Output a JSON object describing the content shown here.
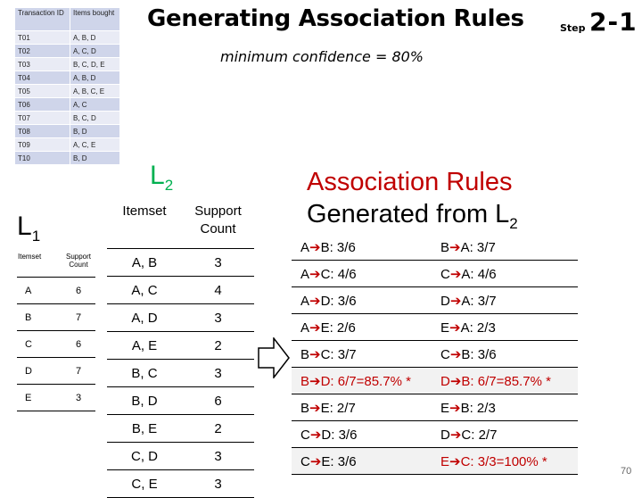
{
  "slide": {
    "title": "Generating Association Rules",
    "step_label": "Step",
    "step_number": "2-1",
    "subtitle": "minimum confidence = 80%",
    "page_number": "70"
  },
  "transactions": {
    "headers": [
      "Transaction ID",
      "Items bought"
    ],
    "rows": [
      [
        "T01",
        "A, B, D"
      ],
      [
        "T02",
        "A, C, D"
      ],
      [
        "T03",
        "B, C, D, E"
      ],
      [
        "T04",
        "A, B, D"
      ],
      [
        "T05",
        "A, B, C, E"
      ],
      [
        "T06",
        "A, C"
      ],
      [
        "T07",
        "B, C, D"
      ],
      [
        "T08",
        "B, D"
      ],
      [
        "T09",
        "A, C, E"
      ],
      [
        "T10",
        "B, D"
      ]
    ]
  },
  "l1": {
    "label": "L",
    "subscript": "1",
    "headers": [
      "Itemset",
      "Support Count"
    ],
    "rows": [
      [
        "A",
        "6"
      ],
      [
        "B",
        "7"
      ],
      [
        "C",
        "6"
      ],
      [
        "D",
        "7"
      ],
      [
        "E",
        "3"
      ]
    ]
  },
  "l2": {
    "label": "L",
    "subscript": "2",
    "headers": [
      "Itemset",
      "Support Count"
    ],
    "rows": [
      [
        "A, B",
        "3"
      ],
      [
        "A, C",
        "4"
      ],
      [
        "A, D",
        "3"
      ],
      [
        "A, E",
        "2"
      ],
      [
        "B, C",
        "3"
      ],
      [
        "B, D",
        "6"
      ],
      [
        "B, E",
        "2"
      ],
      [
        "C, D",
        "3"
      ],
      [
        "C, E",
        "3"
      ]
    ]
  },
  "rules": {
    "title_line1": "Association Rules",
    "title_line2": "Generated from L",
    "title_subscript": "2",
    "arrow_glyph": "➔",
    "rows": [
      [
        {
          "from": "A",
          "text": "B: 3/6",
          "highlight": false
        },
        {
          "from": "B",
          "text": "A: 3/7",
          "highlight": false
        }
      ],
      [
        {
          "from": "A",
          "text": "C: 4/6",
          "highlight": false
        },
        {
          "from": "C",
          "text": "A: 4/6",
          "highlight": false
        }
      ],
      [
        {
          "from": "A",
          "text": "D: 3/6",
          "highlight": false
        },
        {
          "from": "D",
          "text": "A: 3/7",
          "highlight": false
        }
      ],
      [
        {
          "from": "A",
          "text": "E: 2/6",
          "highlight": false
        },
        {
          "from": "E",
          "text": "A: 2/3",
          "highlight": false
        }
      ],
      [
        {
          "from": "B",
          "text": "C: 3/7",
          "highlight": false
        },
        {
          "from": "C",
          "text": "B: 3/6",
          "highlight": false
        }
      ],
      [
        {
          "from": "B",
          "text": "D: 6/7=85.7% *",
          "highlight": true
        },
        {
          "from": "D",
          "text": "B: 6/7=85.7% *",
          "highlight": true
        }
      ],
      [
        {
          "from": "B",
          "text": "E: 2/7",
          "highlight": false
        },
        {
          "from": "E",
          "text": "B: 2/3",
          "highlight": false
        }
      ],
      [
        {
          "from": "C",
          "text": "D: 3/6",
          "highlight": false
        },
        {
          "from": "D",
          "text": "C: 2/7",
          "highlight": false
        }
      ],
      [
        {
          "from": "C",
          "text": "E: 3/6",
          "highlight": false
        },
        {
          "from": "E",
          "text": "C: 3/3=100% *",
          "highlight": true
        }
      ]
    ]
  },
  "colors": {
    "l2_label": "#00b050",
    "rules_title": "#c00000",
    "highlight_text": "#c00000",
    "arrow": "#c00000",
    "table_stripe_dark": "#cfd5ea",
    "table_stripe_light": "#e9ebf5"
  },
  "icons": {
    "flow_arrow": "right-arrow-icon"
  }
}
